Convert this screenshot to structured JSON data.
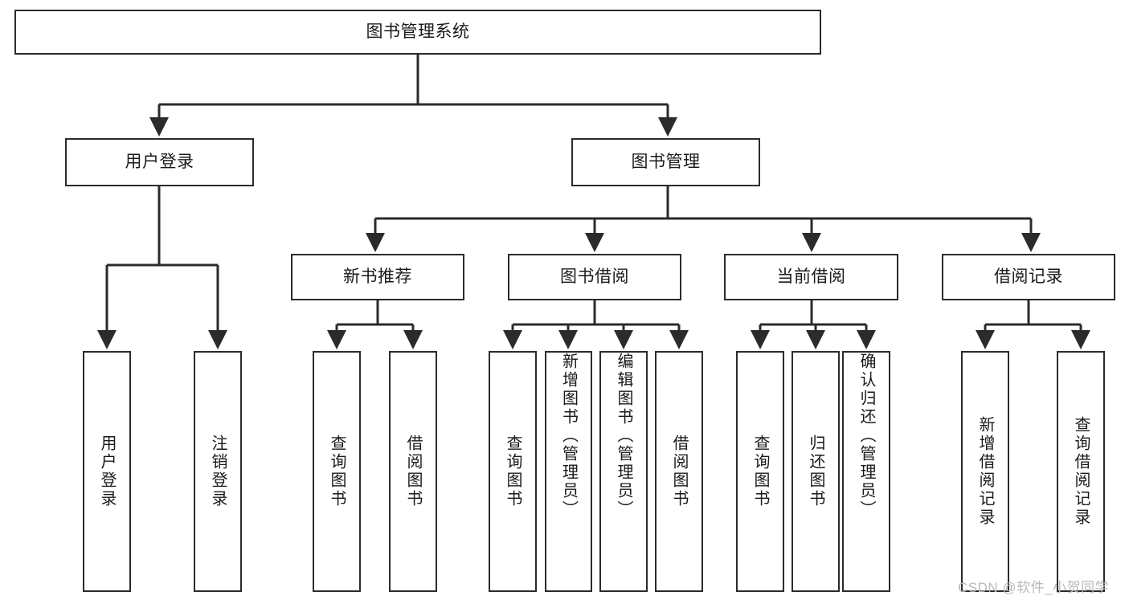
{
  "diagram": {
    "type": "tree-hierarchy",
    "title": "图书管理系统",
    "stroke_color": "#2b2b2b",
    "fill_color": "#ffffff",
    "text_color": "#1a1a1a",
    "nodes": {
      "root": {
        "label": "图书管理系统",
        "level": 1,
        "orientation": "horizontal"
      },
      "l2_0": {
        "label": "用户登录",
        "level": 2,
        "orientation": "horizontal"
      },
      "l2_1": {
        "label": "图书管理",
        "level": 2,
        "orientation": "horizontal"
      },
      "l3_0": {
        "label": "新书推荐",
        "level": 3,
        "orientation": "horizontal"
      },
      "l3_1": {
        "label": "图书借阅",
        "level": 3,
        "orientation": "horizontal"
      },
      "l3_2": {
        "label": "当前借阅",
        "level": 3,
        "orientation": "horizontal"
      },
      "l3_3": {
        "label": "借阅记录",
        "level": 3,
        "orientation": "horizontal"
      },
      "leaf_0": {
        "label": "用户登录",
        "level": 4,
        "orientation": "vertical",
        "parent": "用户登录"
      },
      "leaf_1": {
        "label": "注销登录",
        "level": 4,
        "orientation": "vertical",
        "parent": "用户登录"
      },
      "leaf_2": {
        "label": "查询图书",
        "level": 4,
        "orientation": "vertical",
        "parent": "新书推荐"
      },
      "leaf_3": {
        "label": "借阅图书",
        "level": 4,
        "orientation": "vertical",
        "parent": "新书推荐"
      },
      "leaf_4": {
        "label": "查询图书",
        "level": 4,
        "orientation": "vertical",
        "parent": "图书借阅"
      },
      "leaf_5": {
        "label": "新增图书（管理员）",
        "level": 4,
        "orientation": "vertical",
        "parent": "图书借阅"
      },
      "leaf_6": {
        "label": "编辑图书（管理员）",
        "level": 4,
        "orientation": "vertical",
        "parent": "图书借阅"
      },
      "leaf_7": {
        "label": "借阅图书",
        "level": 4,
        "orientation": "vertical",
        "parent": "图书借阅"
      },
      "leaf_8": {
        "label": "查询图书",
        "level": 4,
        "orientation": "vertical",
        "parent": "当前借阅"
      },
      "leaf_9": {
        "label": "归还图书",
        "level": 4,
        "orientation": "vertical",
        "parent": "当前借阅"
      },
      "leaf_10": {
        "label": "确认归还（管理员）",
        "level": 4,
        "orientation": "vertical",
        "parent": "当前借阅"
      },
      "leaf_11": {
        "label": "新增借阅记录",
        "level": 4,
        "orientation": "vertical",
        "parent": "借阅记录"
      },
      "leaf_12": {
        "label": "查询借阅记录",
        "level": 4,
        "orientation": "vertical",
        "parent": "借阅记录"
      }
    },
    "edges": [
      {
        "from": "图书管理系统",
        "to": "用户登录"
      },
      {
        "from": "图书管理系统",
        "to": "图书管理"
      },
      {
        "from": "用户登录",
        "to": "用户登录(叶)"
      },
      {
        "from": "用户登录",
        "to": "注销登录"
      },
      {
        "from": "图书管理",
        "to": "新书推荐"
      },
      {
        "from": "图书管理",
        "to": "图书借阅"
      },
      {
        "from": "图书管理",
        "to": "当前借阅"
      },
      {
        "from": "图书管理",
        "to": "借阅记录"
      },
      {
        "from": "新书推荐",
        "to": "查询图书"
      },
      {
        "from": "新书推荐",
        "to": "借阅图书"
      },
      {
        "from": "图书借阅",
        "to": "查询图书"
      },
      {
        "from": "图书借阅",
        "to": "新增图书（管理员）"
      },
      {
        "from": "图书借阅",
        "to": "编辑图书（管理员）"
      },
      {
        "from": "图书借阅",
        "to": "借阅图书"
      },
      {
        "from": "当前借阅",
        "to": "查询图书"
      },
      {
        "from": "当前借阅",
        "to": "归还图书"
      },
      {
        "from": "当前借阅",
        "to": "确认归还（管理员）"
      },
      {
        "from": "借阅记录",
        "to": "新增借阅记录"
      },
      {
        "from": "借阅记录",
        "to": "查询借阅记录"
      }
    ]
  },
  "watermark": {
    "text": "CSDN @软件_小贺同学"
  }
}
